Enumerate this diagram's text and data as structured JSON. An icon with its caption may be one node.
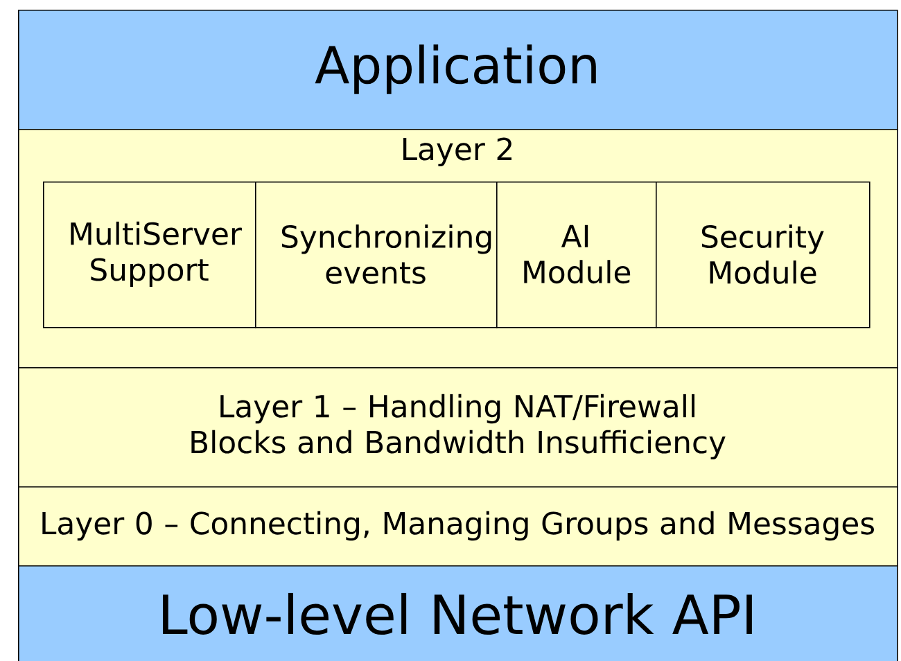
{
  "diagram": {
    "nodes": [
      {
        "text": [
          "Application"
        ]
      },
      {
        "text": [
          "Layer 2"
        ]
      },
      {
        "text": [
          "MultiServer Support"
        ],
        "in": 1
      },
      {
        "text": [
          "Synchronizing events"
        ],
        "in": 1
      },
      {
        "text": [
          "AI Module"
        ],
        "in": 1
      },
      {
        "text": [
          "Security Module"
        ],
        "in": 1
      },
      {
        "text": [
          "Layer 1 – Handling NAT/Firewall Blocks and Bandwidth Insufficiency"
        ]
      },
      {
        "text": [
          "Layer 0 – Connecting, Managing Groups and Messages"
        ]
      },
      {
        "text": [
          "Low-level Network API"
        ]
      }
    ]
  }
}
